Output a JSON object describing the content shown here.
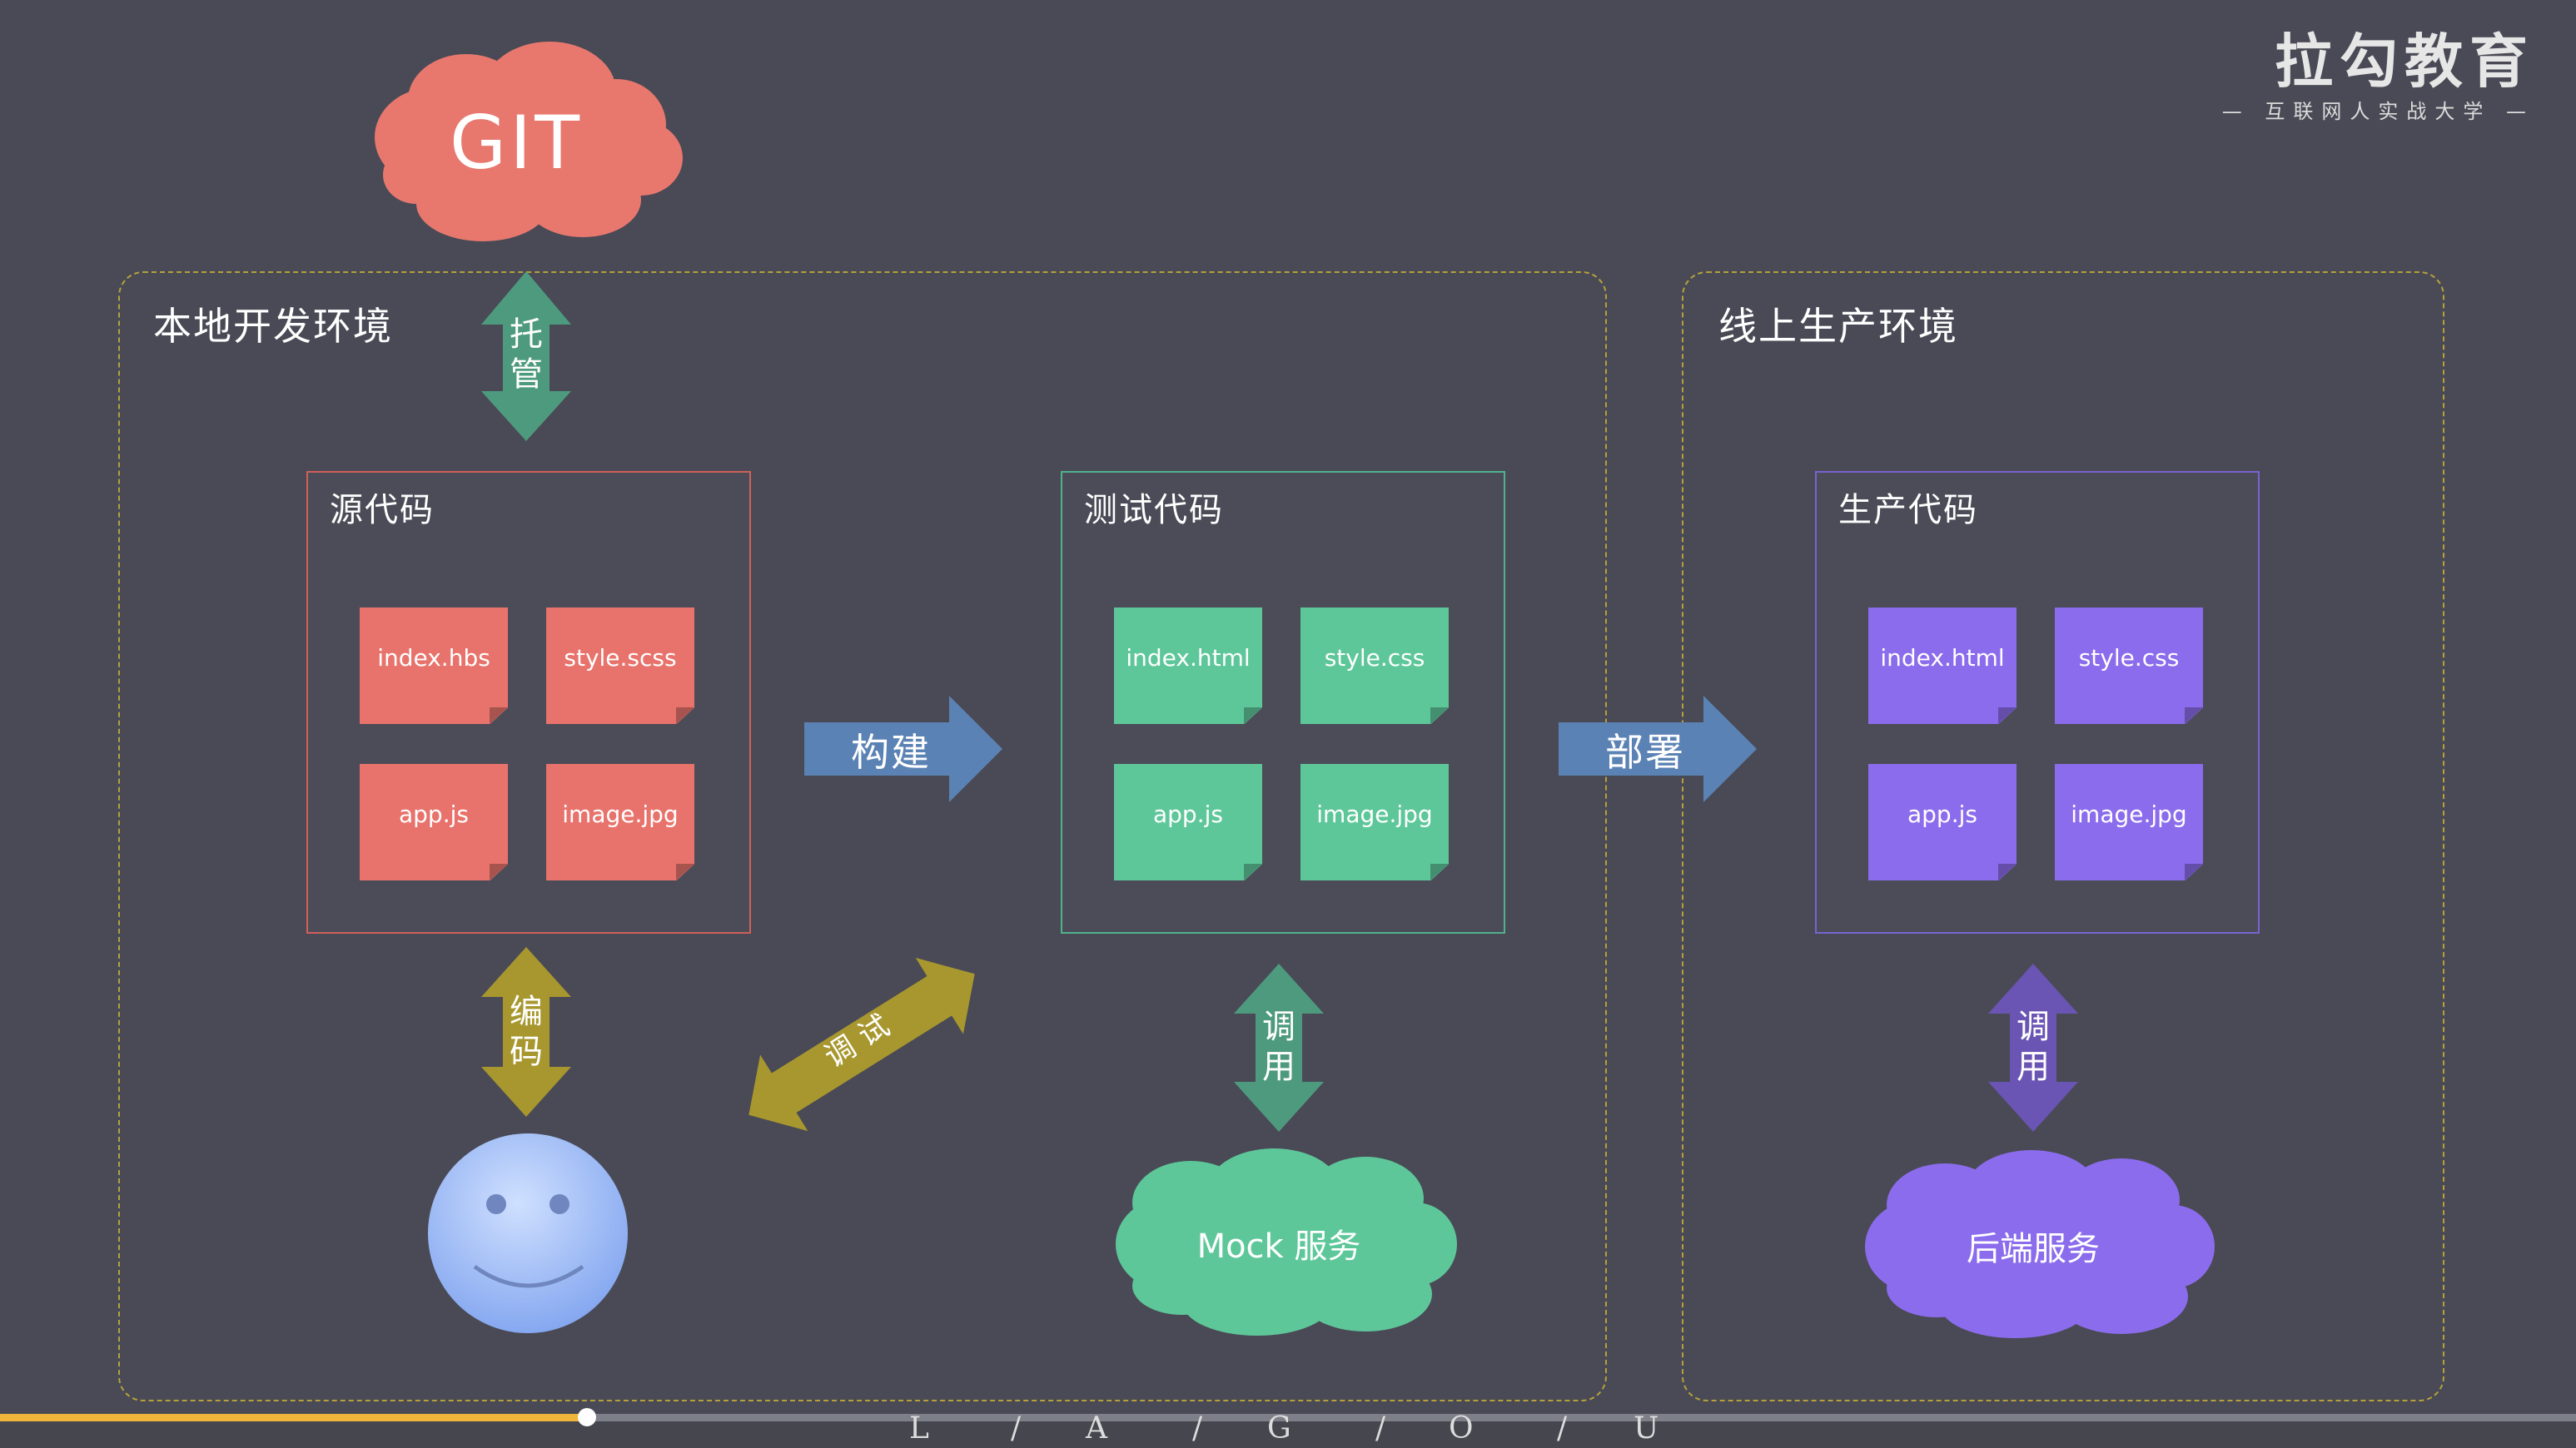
{
  "brand": {
    "name": "拉勾教育",
    "slogan": "— 互联网人实战大学 —"
  },
  "git": {
    "label": "GIT",
    "color": "#e8786e"
  },
  "regions": {
    "local": {
      "title": "本地开发环境"
    },
    "online": {
      "title": "线上生产环境"
    }
  },
  "groups": {
    "source": {
      "title": "源代码",
      "color": "#e8736c",
      "files": [
        "index.hbs",
        "style.scss",
        "app.js",
        "image.jpg"
      ]
    },
    "test": {
      "title": "测试代码",
      "color": "#5ec79a",
      "files": [
        "index.html",
        "style.css",
        "app.js",
        "image.jpg"
      ]
    },
    "prod": {
      "title": "生产代码",
      "color": "#8b6cec",
      "files": [
        "index.html",
        "style.css",
        "app.js",
        "image.jpg"
      ]
    }
  },
  "arrows": {
    "host": "托\n管",
    "build": "构建",
    "deploy": "部署",
    "code": "编\n码",
    "debug": "调 试",
    "call_mock": "调\n用",
    "call_backend": "调\n用"
  },
  "clouds": {
    "mock": "Mock 服务",
    "backend": "后端服务"
  },
  "watermark": [
    "L",
    "/",
    "A",
    "/",
    "G",
    "/",
    "O",
    "/",
    "U"
  ]
}
